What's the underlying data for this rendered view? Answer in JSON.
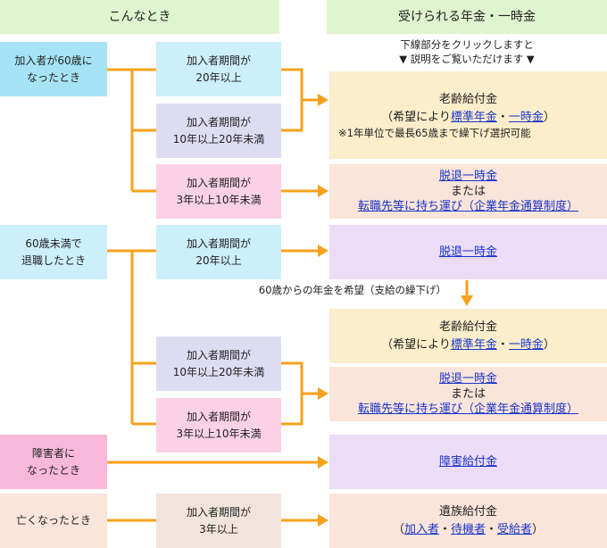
{
  "headers": {
    "left": "こんなとき",
    "right": "受けられる年金・一時金"
  },
  "instructions": {
    "line1": "下線部分をクリックしますと",
    "line2": "▼ 説明をご覧いただけます ▼"
  },
  "conditions": {
    "age60": [
      "加入者が60歳に",
      "なったとき"
    ],
    "under60": [
      "60歳未満で",
      "退職したとき"
    ],
    "disability": [
      "障害者に",
      "なったとき"
    ],
    "death": "亡くなったとき"
  },
  "periods": {
    "p20": [
      "加入者期間が",
      "20年以上"
    ],
    "p10_20": [
      "加入者期間が",
      "10年以上20年未満"
    ],
    "p3_10": [
      "加入者期間が",
      "3年以上10年未満"
    ],
    "p3": [
      "加入者期間が",
      "3年以上"
    ]
  },
  "benefits": {
    "old_age_title": "老齢給付金",
    "choice_prefix": "（希望により",
    "standard_pension": "標準年金",
    "dot": "・",
    "lump_sum": "一時金",
    "choice_suffix": "）",
    "deferral_note": "※1年単位で最長65歳まで繰下げ選択可能",
    "withdrawal": "脱退一時金",
    "or": "または",
    "transfer": "転職先等に持ち運び（企業年金通算制度）",
    "disability_benefit": "障害給付金",
    "survivor_title": "遺族給付金",
    "open_paren": "（",
    "member": "加入者",
    "waiting": "待機者",
    "beneficiary": "受給者",
    "close_paren": "）"
  },
  "deferral_caption": "60歳からの年金を希望（支給の繰下げ）",
  "colors": {
    "arrow": "#f7a11c",
    "link": "#1a36c8"
  }
}
